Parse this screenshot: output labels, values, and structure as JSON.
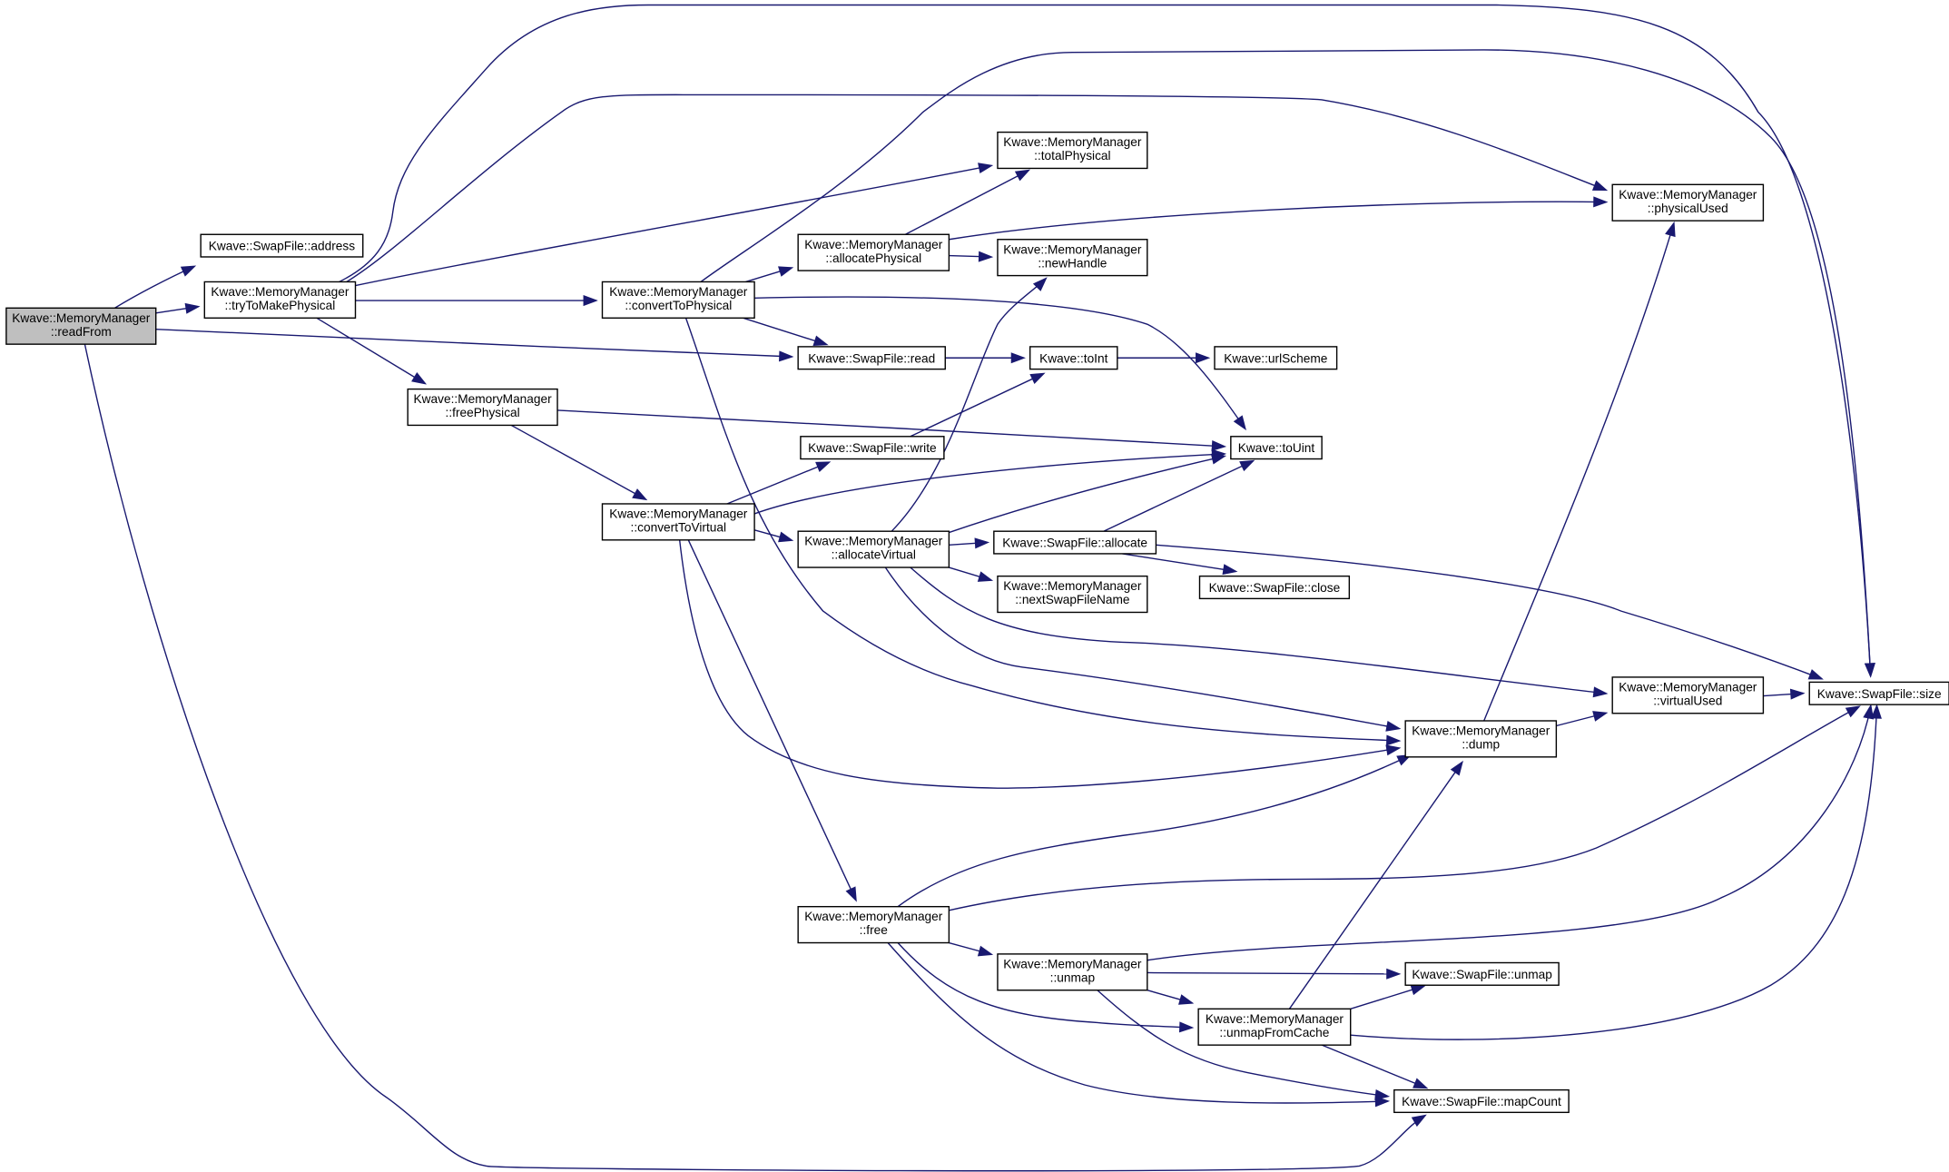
{
  "nodes": [
    {
      "id": "readFrom",
      "lines": [
        "Kwave::MemoryManager",
        "::readFrom"
      ],
      "root": true
    },
    {
      "id": "address",
      "lines": [
        "Kwave::SwapFile::address"
      ]
    },
    {
      "id": "tryToMakePhysical",
      "lines": [
        "Kwave::MemoryManager",
        "::tryToMakePhysical"
      ]
    },
    {
      "id": "freePhysical",
      "lines": [
        "Kwave::MemoryManager",
        "::freePhysical"
      ]
    },
    {
      "id": "convertToPhysical",
      "lines": [
        "Kwave::MemoryManager",
        "::convertToPhysical"
      ]
    },
    {
      "id": "convertToVirtual",
      "lines": [
        "Kwave::MemoryManager",
        "::convertToVirtual"
      ]
    },
    {
      "id": "allocatePhysical",
      "lines": [
        "Kwave::MemoryManager",
        "::allocatePhysical"
      ]
    },
    {
      "id": "read",
      "lines": [
        "Kwave::SwapFile::read"
      ]
    },
    {
      "id": "write",
      "lines": [
        "Kwave::SwapFile::write"
      ]
    },
    {
      "id": "allocateVirtual",
      "lines": [
        "Kwave::MemoryManager",
        "::allocateVirtual"
      ]
    },
    {
      "id": "free",
      "lines": [
        "Kwave::MemoryManager",
        "::free"
      ]
    },
    {
      "id": "totalPhysical",
      "lines": [
        "Kwave::MemoryManager",
        "::totalPhysical"
      ]
    },
    {
      "id": "newHandle",
      "lines": [
        "Kwave::MemoryManager",
        "::newHandle"
      ]
    },
    {
      "id": "toInt",
      "lines": [
        "Kwave::toInt"
      ]
    },
    {
      "id": "sfAllocate",
      "lines": [
        "Kwave::SwapFile::allocate"
      ]
    },
    {
      "id": "nextSwapFileName",
      "lines": [
        "Kwave::MemoryManager",
        "::nextSwapFileName"
      ]
    },
    {
      "id": "unmap",
      "lines": [
        "Kwave::MemoryManager",
        "::unmap"
      ]
    },
    {
      "id": "unmapFromCache",
      "lines": [
        "Kwave::MemoryManager",
        "::unmapFromCache"
      ]
    },
    {
      "id": "urlScheme",
      "lines": [
        "Kwave::urlScheme"
      ]
    },
    {
      "id": "toUint",
      "lines": [
        "Kwave::toUint"
      ]
    },
    {
      "id": "sfClose",
      "lines": [
        "Kwave::SwapFile::close"
      ]
    },
    {
      "id": "dump",
      "lines": [
        "Kwave::MemoryManager",
        "::dump"
      ]
    },
    {
      "id": "sfUnmap",
      "lines": [
        "Kwave::SwapFile::unmap"
      ]
    },
    {
      "id": "mapCount",
      "lines": [
        "Kwave::SwapFile::mapCount"
      ]
    },
    {
      "id": "physicalUsed",
      "lines": [
        "Kwave::MemoryManager",
        "::physicalUsed"
      ]
    },
    {
      "id": "virtualUsed",
      "lines": [
        "Kwave::MemoryManager",
        "::virtualUsed"
      ]
    },
    {
      "id": "sfSize",
      "lines": [
        "Kwave::SwapFile::size"
      ]
    }
  ],
  "edges": [
    [
      "readFrom",
      "address"
    ],
    [
      "readFrom",
      "tryToMakePhysical"
    ],
    [
      "readFrom",
      "read"
    ],
    [
      "readFrom",
      "mapCount"
    ],
    [
      "tryToMakePhysical",
      "freePhysical"
    ],
    [
      "tryToMakePhysical",
      "convertToPhysical"
    ],
    [
      "tryToMakePhysical",
      "totalPhysical"
    ],
    [
      "tryToMakePhysical",
      "physicalUsed"
    ],
    [
      "tryToMakePhysical",
      "sfSize"
    ],
    [
      "freePhysical",
      "convertToVirtual"
    ],
    [
      "freePhysical",
      "toUint"
    ],
    [
      "convertToPhysical",
      "allocatePhysical"
    ],
    [
      "convertToPhysical",
      "read"
    ],
    [
      "convertToPhysical",
      "toUint"
    ],
    [
      "convertToPhysical",
      "dump"
    ],
    [
      "convertToPhysical",
      "sfSize"
    ],
    [
      "convertToVirtual",
      "write"
    ],
    [
      "convertToVirtual",
      "allocateVirtual"
    ],
    [
      "convertToVirtual",
      "toUint"
    ],
    [
      "convertToVirtual",
      "free"
    ],
    [
      "convertToVirtual",
      "dump"
    ],
    [
      "allocatePhysical",
      "totalPhysical"
    ],
    [
      "allocatePhysical",
      "newHandle"
    ],
    [
      "allocatePhysical",
      "physicalUsed"
    ],
    [
      "read",
      "toInt"
    ],
    [
      "write",
      "toInt"
    ],
    [
      "toInt",
      "urlScheme"
    ],
    [
      "allocateVirtual",
      "newHandle"
    ],
    [
      "allocateVirtual",
      "toUint"
    ],
    [
      "allocateVirtual",
      "sfAllocate"
    ],
    [
      "allocateVirtual",
      "nextSwapFileName"
    ],
    [
      "allocateVirtual",
      "virtualUsed"
    ],
    [
      "allocateVirtual",
      "dump"
    ],
    [
      "sfAllocate",
      "toUint"
    ],
    [
      "sfAllocate",
      "sfClose"
    ],
    [
      "sfAllocate",
      "sfSize"
    ],
    [
      "free",
      "dump"
    ],
    [
      "free",
      "sfSize"
    ],
    [
      "free",
      "unmap"
    ],
    [
      "free",
      "unmapFromCache"
    ],
    [
      "free",
      "mapCount"
    ],
    [
      "unmap",
      "sfUnmap"
    ],
    [
      "unmap",
      "unmapFromCache"
    ],
    [
      "unmap",
      "mapCount"
    ],
    [
      "unmap",
      "sfSize"
    ],
    [
      "unmapFromCache",
      "dump"
    ],
    [
      "unmapFromCache",
      "sfUnmap"
    ],
    [
      "unmapFromCache",
      "mapCount"
    ],
    [
      "unmapFromCache",
      "sfSize"
    ],
    [
      "dump",
      "physicalUsed"
    ],
    [
      "dump",
      "virtualUsed"
    ],
    [
      "virtualUsed",
      "sfSize"
    ]
  ],
  "colors": {
    "edge": "#191970",
    "node_border": "#000000",
    "root_fill": "#bfbfbf",
    "node_fill": "#ffffff"
  }
}
